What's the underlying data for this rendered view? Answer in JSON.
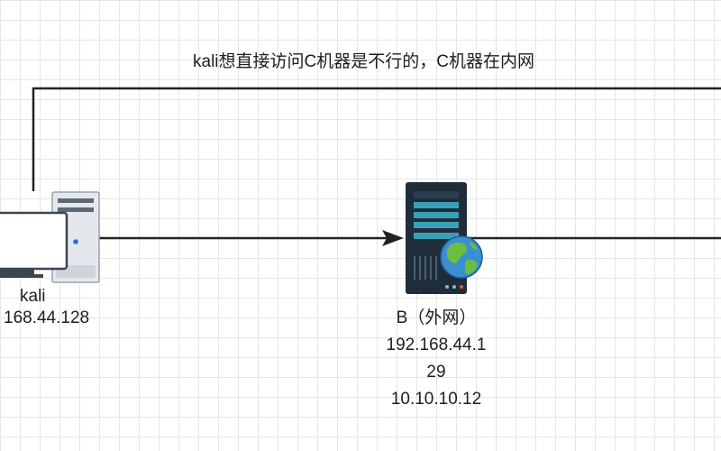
{
  "title": "kali想直接访问C机器是不行的，C机器在内网",
  "kali": {
    "name": "kali",
    "ip": "168.44.128"
  },
  "b": {
    "name": "B（外网）",
    "ip_line1": "192.168.44.1",
    "ip_line2": "29",
    "ip_line3": "10.10.10.12"
  },
  "colors": {
    "line": "#222222",
    "server_body": "#1f2d3a",
    "server_slot": "#3aa0b8",
    "globe_water": "#3b8fd1",
    "globe_land": "#6cbf3e",
    "pc_case": "#e4e7ec"
  }
}
